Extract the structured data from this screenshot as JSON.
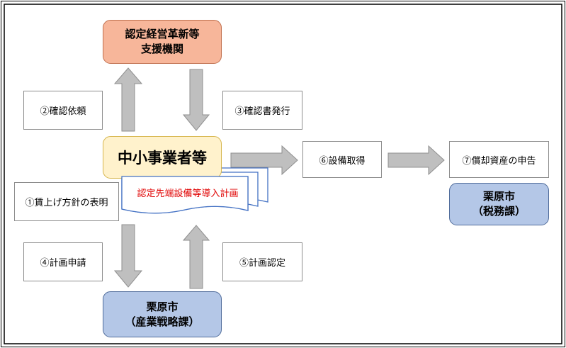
{
  "nodes": {
    "support_org": "認定経営革新等\n支援機関",
    "sme": "中小事業者等",
    "plan": "認定先端設備等導入計画",
    "kurihara_industry": "栗原市\n（産業戦略課）",
    "kurihara_tax": "栗原市\n（税務課）"
  },
  "steps": {
    "step1": "①賃上げ方針の表明",
    "step2": "②確認依頼",
    "step3": "③確認書発行",
    "step4": "④計画申請",
    "step5": "⑤計画認定",
    "step6": "⑥設備取得",
    "step7": "⑦償却資産の申告"
  },
  "colors": {
    "support_org_fill": "#f7b69a",
    "sme_fill": "#fff2cc",
    "city_fill": "#b4c7e7",
    "plan_text": "#e00000",
    "arrow_fill": "#bfbfbf"
  }
}
